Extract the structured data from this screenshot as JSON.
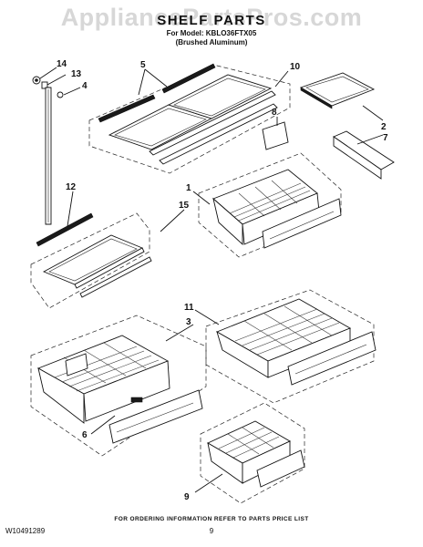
{
  "watermark": "AppliancePartsPros.com",
  "title": "SHELF PARTS",
  "model": {
    "line1": "For Model: KBLO36FTX05",
    "line2": "(Brushed Aluminum)"
  },
  "callouts": {
    "c1": "1",
    "c2": "2",
    "c3": "3",
    "c4": "4",
    "c5": "5",
    "c6": "6",
    "c7": "7",
    "c8": "8",
    "c9": "9",
    "c10": "10",
    "c11": "11",
    "c12": "12",
    "c13": "13",
    "c14": "14",
    "c15": "15"
  },
  "footer_note": "FOR ORDERING INFORMATION REFER TO PARTS PRICE LIST",
  "doc_number": "W10491289",
  "page_number": "9"
}
